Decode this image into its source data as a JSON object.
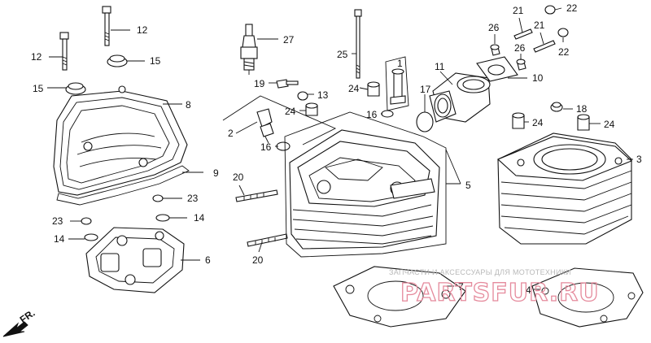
{
  "diagram": {
    "callouts": [
      {
        "id": "c12a",
        "text": "12"
      },
      {
        "id": "c12b",
        "text": "12"
      },
      {
        "id": "c15a",
        "text": "15"
      },
      {
        "id": "c15b",
        "text": "15"
      },
      {
        "id": "c8",
        "text": "8"
      },
      {
        "id": "c9",
        "text": "9"
      },
      {
        "id": "c23a",
        "text": "23"
      },
      {
        "id": "c23b",
        "text": "23"
      },
      {
        "id": "c14a",
        "text": "14"
      },
      {
        "id": "c14b",
        "text": "14"
      },
      {
        "id": "c6",
        "text": "6"
      },
      {
        "id": "c20a",
        "text": "20"
      },
      {
        "id": "c20b",
        "text": "20"
      },
      {
        "id": "c27",
        "text": "27"
      },
      {
        "id": "c19",
        "text": "19"
      },
      {
        "id": "c13",
        "text": "13"
      },
      {
        "id": "c24a",
        "text": "24"
      },
      {
        "id": "c24b",
        "text": "24"
      },
      {
        "id": "c2",
        "text": "2"
      },
      {
        "id": "c16a",
        "text": "16"
      },
      {
        "id": "c16b",
        "text": "16"
      },
      {
        "id": "c25",
        "text": "25"
      },
      {
        "id": "c1",
        "text": "1"
      },
      {
        "id": "c5",
        "text": "5"
      },
      {
        "id": "c7",
        "text": "7"
      },
      {
        "id": "c11",
        "text": "11"
      },
      {
        "id": "c17",
        "text": "17"
      },
      {
        "id": "c10",
        "text": "10"
      },
      {
        "id": "c26a",
        "text": "26"
      },
      {
        "id": "c26b",
        "text": "26"
      },
      {
        "id": "c21a",
        "text": "21"
      },
      {
        "id": "c21b",
        "text": "21"
      },
      {
        "id": "c22a",
        "text": "22"
      },
      {
        "id": "c22b",
        "text": "22"
      },
      {
        "id": "c18",
        "text": "18"
      },
      {
        "id": "c24c",
        "text": "24"
      },
      {
        "id": "c24d",
        "text": "24"
      },
      {
        "id": "c3",
        "text": "3"
      },
      {
        "id": "c4",
        "text": "4"
      }
    ],
    "front_indicator": "FR.",
    "watermark": {
      "tagline": "ЗАПЧАСТИ И АКСЕССУАРЫ ДЛЯ МОТОТЕХНИКИ",
      "brand": "PARTSFUR.RU"
    }
  }
}
